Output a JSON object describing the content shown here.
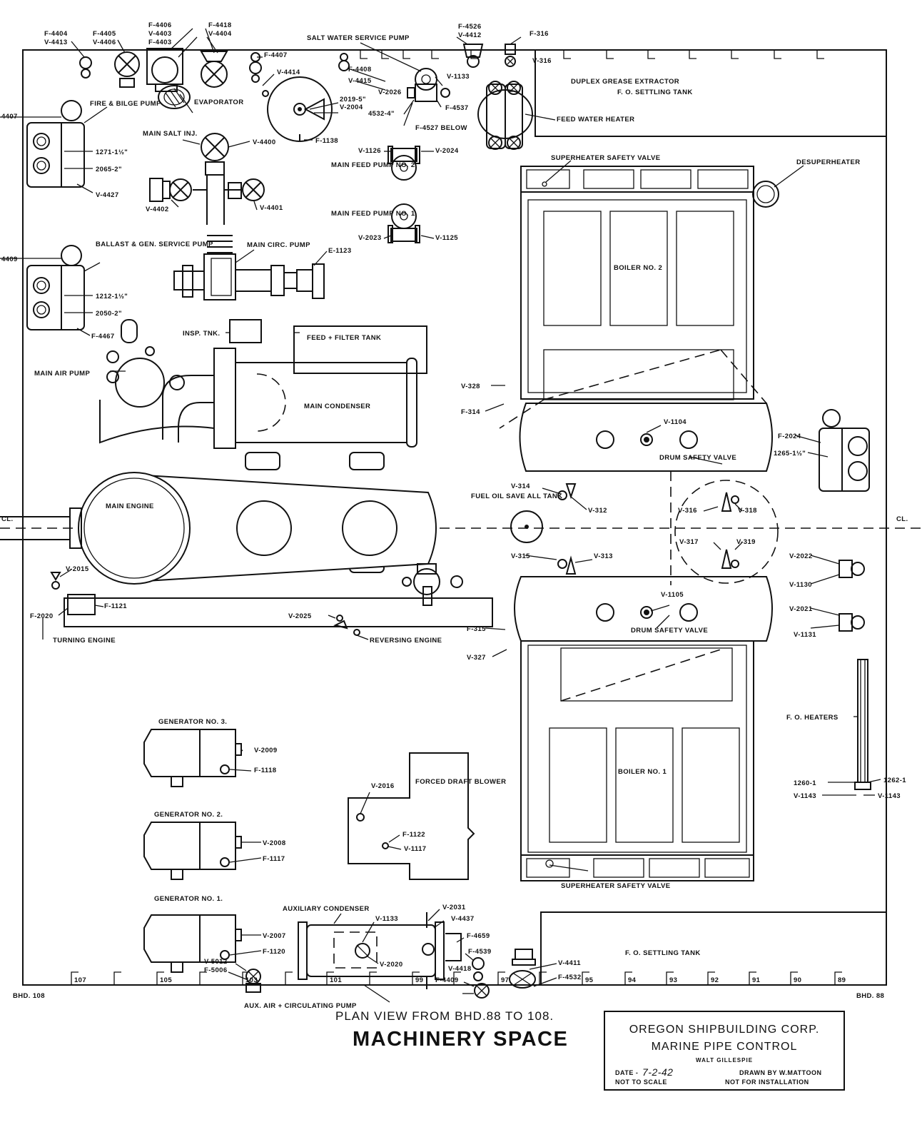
{
  "drawing": {
    "plan_title": "PLAN VIEW FROM BHD.88 TO 108.",
    "main_title": "MACHINERY SPACE",
    "company": "OREGON SHIPBUILDING CORP.",
    "department": "MARINE PIPE CONTROL",
    "author": "WALT GILLESPIE",
    "date_label": "DATE -",
    "date_value": "7-2-42",
    "drawn_by": "DRAWN BY W.MATTOON",
    "scale_note": "NOT TO SCALE",
    "install_note": "NOT FOR INSTALLATION"
  },
  "equipment": {
    "fire_bilge_pump": "FIRE & BILGE PUMP",
    "evaporator": "EVAPORATOR",
    "salt_water_service_pump": "SALT WATER SERVICE PUMP",
    "duplex_grease_extractor": "DUPLEX GREASE EXTRACTOR",
    "fo_settling_tank_top": "F. O. SETTLING TANK",
    "feed_water_heater": "FEED WATER HEATER",
    "main_salt_inj": "MAIN SALT INJ.",
    "superheater_safety_valve_top": "SUPERHEATER SAFETY VALVE",
    "desuperheater": "DESUPERHEATER",
    "main_feed_pump_2": "MAIN FEED PUMP NO. 2",
    "main_feed_pump_1": "MAIN FEED PUMP NO. 1",
    "ballast_gen_pump": "BALLAST & GEN. SERVICE PUMP",
    "main_circ_pump": "MAIN CIRC. PUMP",
    "boiler_2": "BOILER NO. 2",
    "insp_tnk": "INSP. TNK.",
    "feed_filter_tank": "FEED + FILTER TANK",
    "main_air_pump": "MAIN AIR PUMP",
    "main_condenser": "MAIN CONDENSER",
    "drum_safety_valve_top": "DRUM SAFETY VALVE",
    "fuel_oil_save_all_tank": "FUEL OIL SAVE ALL TANK",
    "main_engine": "MAIN ENGINE",
    "turning_engine": "TURNING ENGINE",
    "reversing_engine": "REVERSING ENGINE",
    "drum_safety_valve_bottom": "DRUM SAFETY VALVE",
    "fo_heaters": "F. O. HEATERS",
    "generator_3": "GENERATOR NO. 3.",
    "generator_2": "GENERATOR NO. 2.",
    "generator_1": "GENERATOR NO. 1.",
    "forced_draft_blower": "FORCED DRAFT BLOWER",
    "boiler_1": "BOILER NO. 1",
    "superheater_safety_valve_bottom": "SUPERHEATER SAFETY VALVE",
    "auxiliary_condenser": "AUXILIARY CONDENSER",
    "fo_settling_tank_bottom": "F. O. SETTLING TANK",
    "aux_air_circ_pump": "AUX. AIR + CIRCULATING PUMP"
  },
  "tags": {
    "t01": "F-4404",
    "t02": "V-4413",
    "t03": "F-4405",
    "t04": "V-4406",
    "t05": "F-4406",
    "t06": "V-4403",
    "t07": "F-4403",
    "t08": "F-4418",
    "t09": "V-4404",
    "t10": "F-4407",
    "t11": "V-4414",
    "t12": "F-4408",
    "t13": "V-4415",
    "t14": "2019-5\"",
    "t15": "V-2004",
    "t16": "4532-4\"",
    "t17": "F-4526",
    "t18": "V-4412",
    "t19": "F-316",
    "t20": "V-316",
    "t21": "V-1133",
    "t22": "V-2026",
    "t23": "F-4537",
    "t24": "F-4527 BELOW",
    "t25": "4407",
    "t26": "1271-1½\"",
    "t27": "2065-2\"",
    "t28": "V-4427",
    "t29": "V-4400",
    "t30": "F-1138",
    "t31": "V-1126",
    "t32": "V-2024",
    "t33": "V-4402",
    "t34": "V-4401",
    "t35": "V-2023",
    "t36": "V-1125",
    "t37": "E-1123",
    "t38": "4409",
    "t39": "1212-1½\"",
    "t40": "2050-2\"",
    "t41": "F-4467",
    "t42": "V-328",
    "t43": "F-314",
    "t44": "V-1104",
    "t45": "F-2024",
    "t46": "1265-1½\"",
    "t47": "V-314",
    "t48": "V-312",
    "t49": "V-316",
    "t50": "V-318",
    "t51": "V-315",
    "t52": "V-313",
    "t53": "V-317",
    "t54": "V-319",
    "t55": "V-2022",
    "t56": "V-1130",
    "t57": "V-2015",
    "t58": "F-1121",
    "t59": "F-2020",
    "t60": "V-2025",
    "t61": "V-1105",
    "t62": "V-2021",
    "t63": "V-1131",
    "t64": "F-315",
    "t65": "V-327",
    "t66": "V-2009",
    "t67": "F-1118",
    "t68": "V-2016",
    "t69": "F-1122",
    "t70": "V-1117",
    "t71": "1260-1",
    "t72": "1262-1",
    "t73": "V-1143",
    "t74": "V-1143",
    "t75": "V-2008",
    "t76": "F-1117",
    "t77": "V-2031",
    "t78": "V-4437",
    "t79": "V-1133",
    "t80": "F-4659",
    "t81": "F-4539",
    "t82": "V-2007",
    "t83": "F-1120",
    "t84": "V-2020",
    "t85": "V-4411",
    "t86": "F-4532",
    "t87": "V-4418",
    "t88": "F-4409",
    "t89": "V-5012",
    "t90": "F-5006",
    "t91": "CL.",
    "t92": "CL."
  },
  "frames": {
    "f107": "107",
    "f105": "105",
    "f103": "103",
    "f101": "101",
    "f99": "99",
    "f97": "97",
    "f95": "95",
    "f94": "94",
    "f93": "93",
    "f92": "92",
    "f91": "91",
    "f90": "90",
    "f89": "89",
    "bhd108": "BHD. 108",
    "bhd88": "BHD. 88"
  }
}
